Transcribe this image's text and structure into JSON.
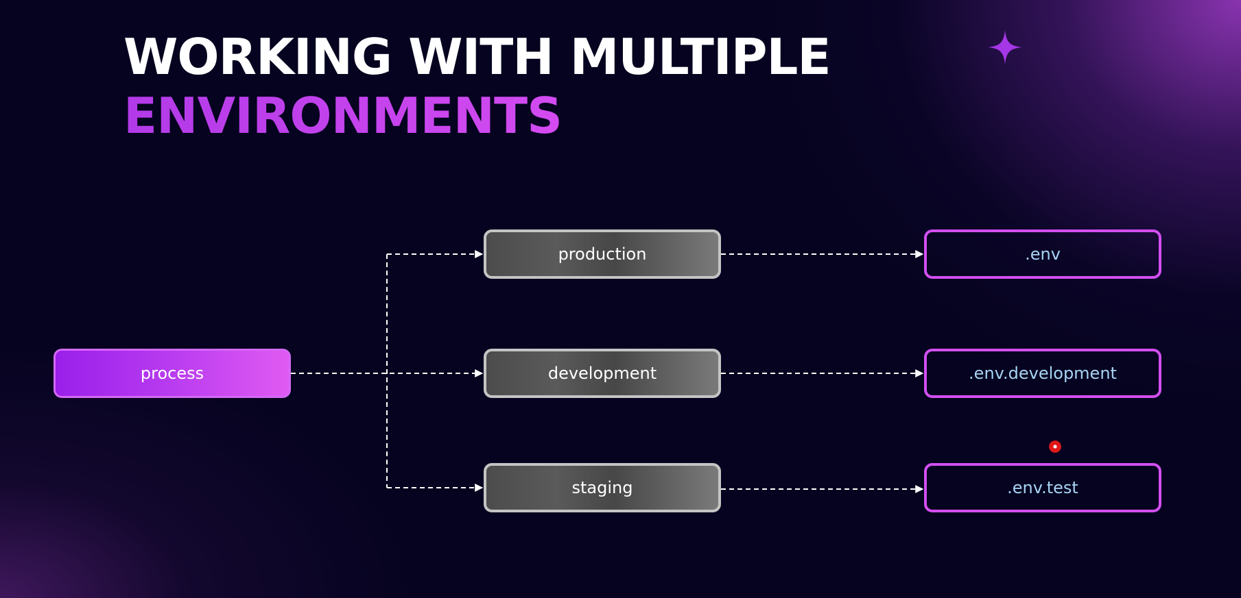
{
  "title": {
    "line1": "WORKING WITH MULTIPLE",
    "line2": "ENVIRONMENTS"
  },
  "diagram": {
    "source": {
      "label": "process"
    },
    "environments": [
      {
        "label": "production"
      },
      {
        "label": "development"
      },
      {
        "label": "staging"
      }
    ],
    "files": [
      {
        "label": ".env"
      },
      {
        "label": ".env.development"
      },
      {
        "label": ".env.test"
      }
    ]
  },
  "colors": {
    "background": "#05031f",
    "accent_purple": "#c845ee",
    "file_text": "#a8d4f4",
    "env_border": "#c4c4c4",
    "connector": "#ffffff"
  },
  "icons": {
    "sparkle": "sparkle-icon",
    "arrow": "arrow-right-icon"
  }
}
